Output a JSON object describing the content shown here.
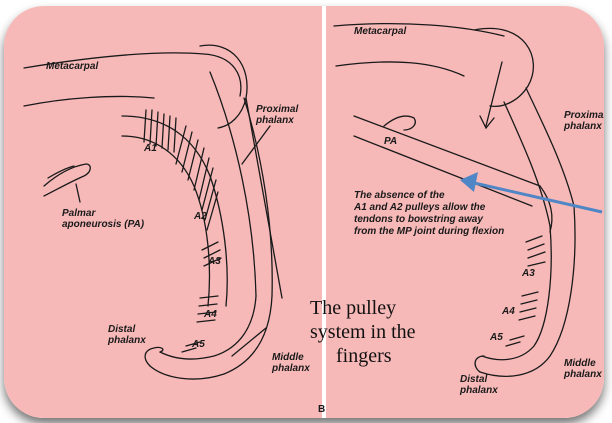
{
  "colors": {
    "background": "#f7b8b8",
    "line": "#1a1a1a",
    "arrow": "#4f86c6",
    "frame": "#ffffff"
  },
  "left_figure": {
    "labels": {
      "metacarpal": "Metacarpal",
      "proximal_phalanx": "Proximal\nphalanx",
      "a1": "A1",
      "a2": "A2",
      "a3": "A3",
      "a4": "A4",
      "a5": "A5",
      "palmar_aponeurosis": "Palmar\naponeurosis (PA)",
      "distal_phalanx": "Distal\nphalanx",
      "middle_phalanx": "Middle\nphalanx"
    }
  },
  "right_figure": {
    "labels": {
      "metacarpal": "Metacarpal",
      "proximal_phalanx": "Proximal\nphalanx",
      "pa": "PA",
      "a3": "A3",
      "a4": "A4",
      "a5": "A5",
      "middle_phalanx": "Middle\nphalanx",
      "distal_phalanx": "Distal\nphalanx",
      "figure_letter": "B"
    },
    "caption": "The absence of the\nA1 and A2 pulleys allow the\ntendons to bowstring away\nfrom the MP joint during flexion"
  },
  "overlay_caption": [
    "The pulley",
    "system in the",
    "fingers"
  ]
}
